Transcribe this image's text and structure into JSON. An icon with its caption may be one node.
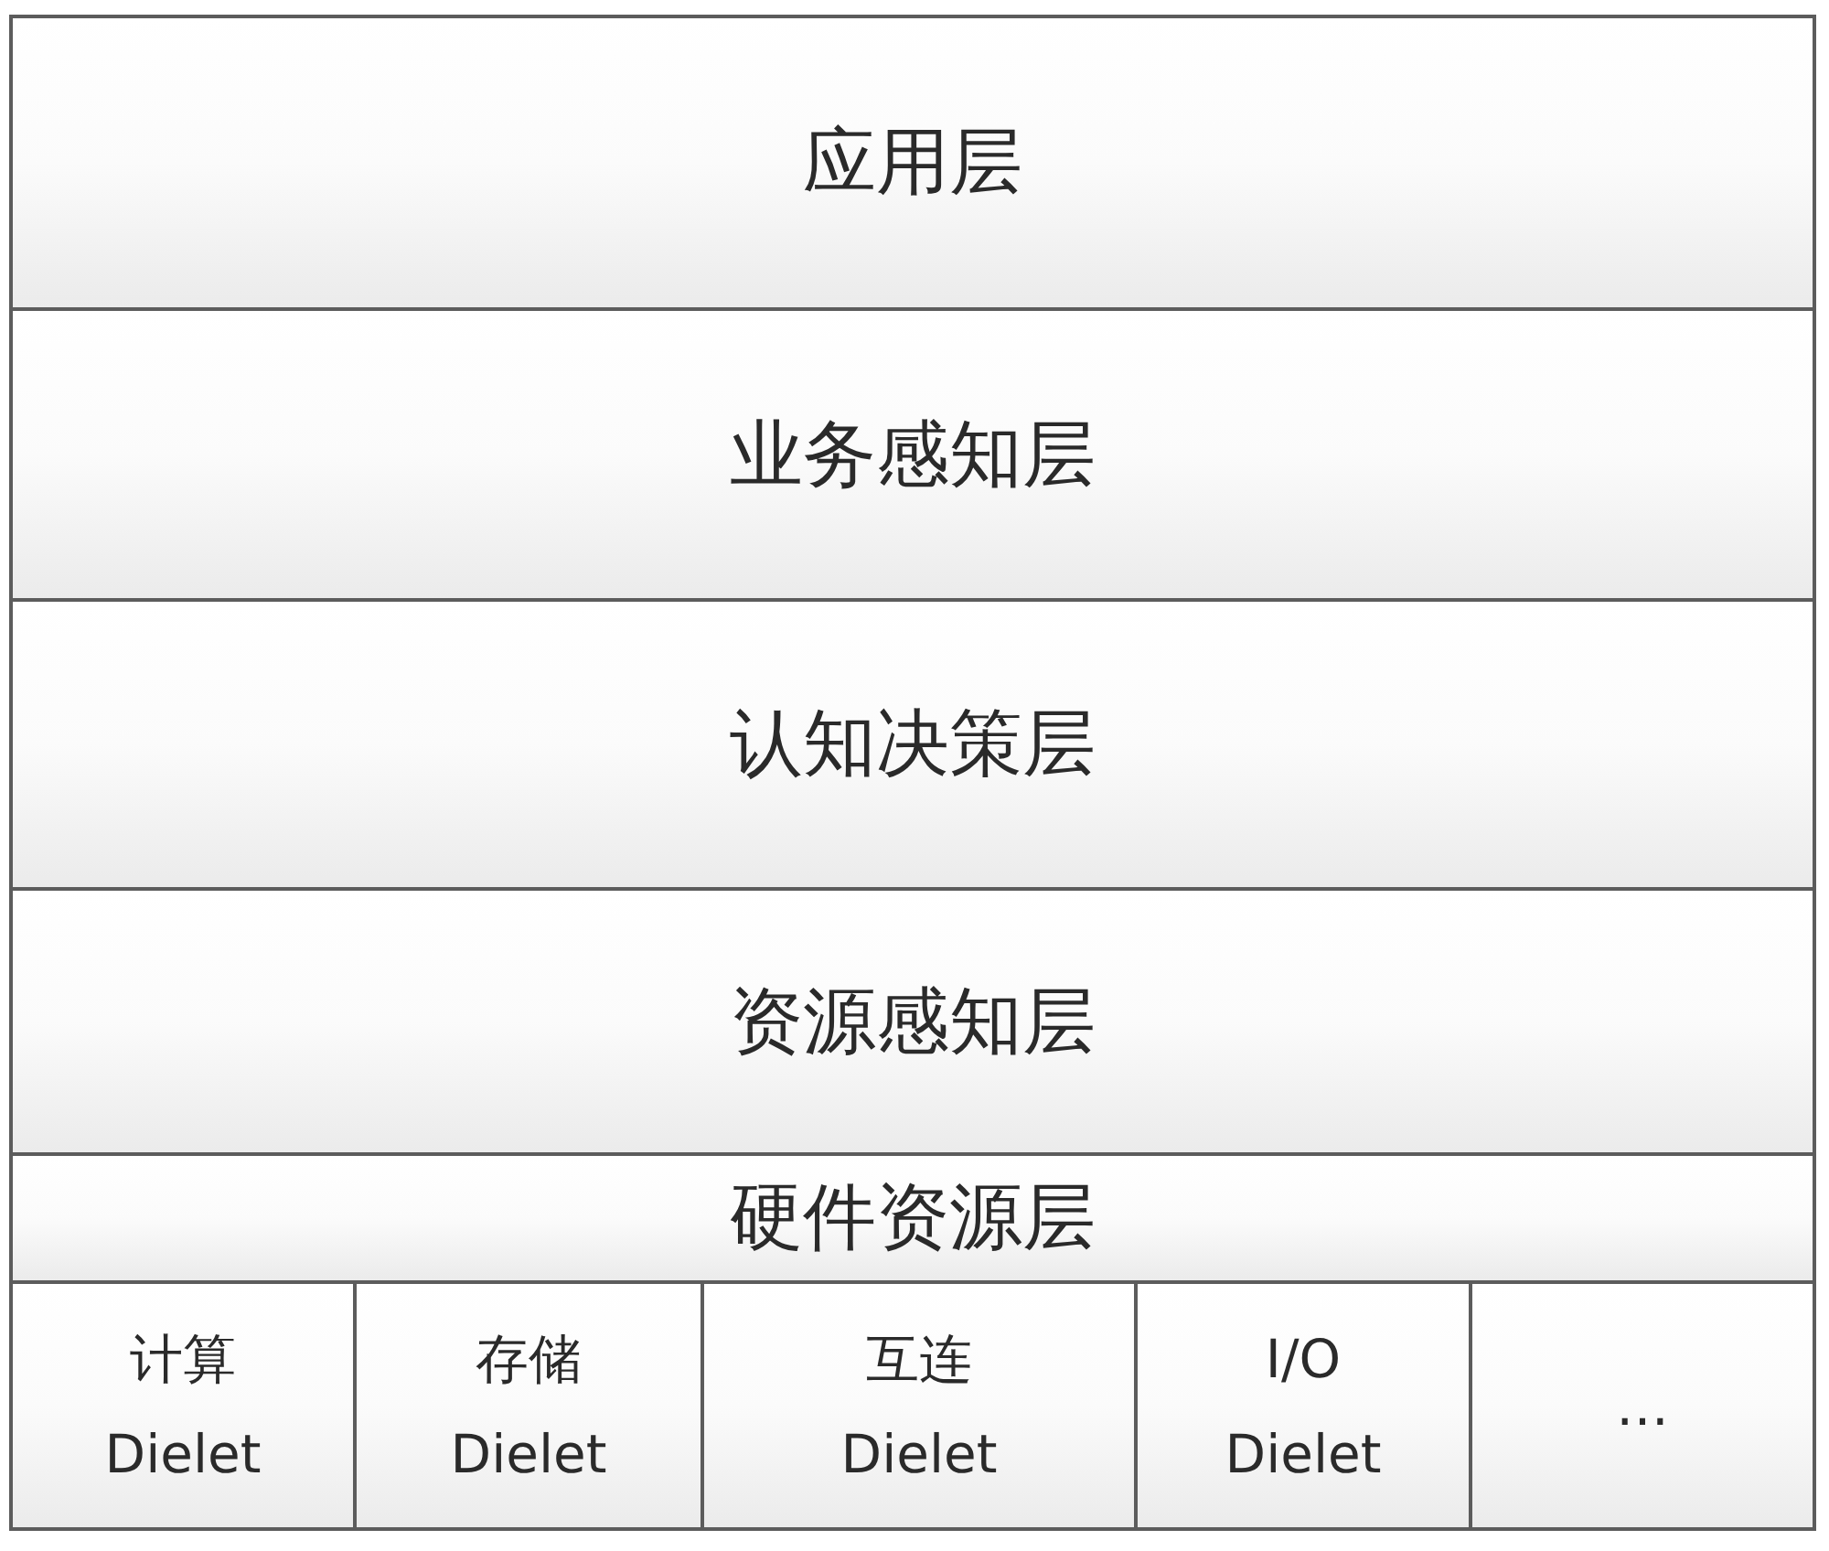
{
  "diagram": {
    "nodes": [
      {
        "text": [
          "应用层"
        ]
      },
      {
        "text": [
          "业务感知层"
        ]
      },
      {
        "text": [
          "认知决策层"
        ]
      },
      {
        "text": [
          "资源感知层"
        ]
      },
      {
        "text": [
          "硬件资源层"
        ]
      },
      {
        "text": [
          "计算 Dielet"
        ]
      },
      {
        "text": [
          "存储 Dielet"
        ]
      },
      {
        "text": [
          "互连 Dielet"
        ]
      },
      {
        "text": [
          "I/O Dielet"
        ]
      },
      {
        "text": [
          "…"
        ]
      }
    ]
  }
}
